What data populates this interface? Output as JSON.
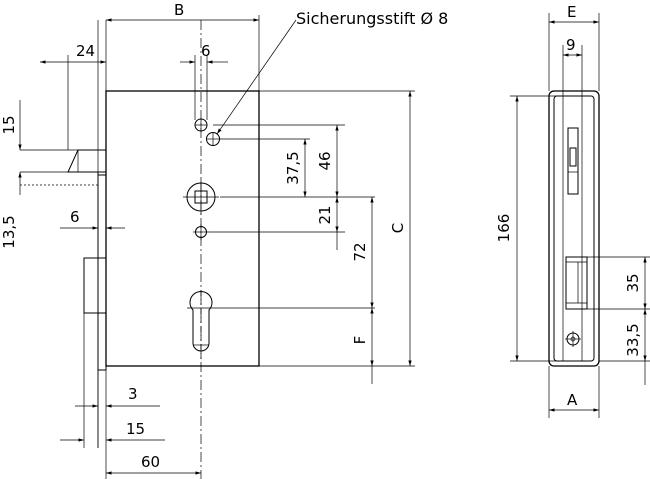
{
  "drawing": {
    "subject": "mortise lock technical drawing",
    "callout": "Sicherungsstift Ø 8",
    "front_view": {
      "dims": {
        "B": "B",
        "d24": "24",
        "d6_top": "6",
        "d15": "15",
        "d13_5": "13,5",
        "d6_left": "6",
        "d37_5": "37,5",
        "d46": "46",
        "d21": "21",
        "d72": "72",
        "C": "C",
        "F": "F",
        "d3": "3",
        "d15_bottom": "15",
        "d60": "60"
      }
    },
    "side_view": {
      "dims": {
        "E": "E",
        "d9": "9",
        "d166": "166",
        "d35": "35",
        "d33_5": "33,5",
        "A": "A"
      }
    }
  }
}
